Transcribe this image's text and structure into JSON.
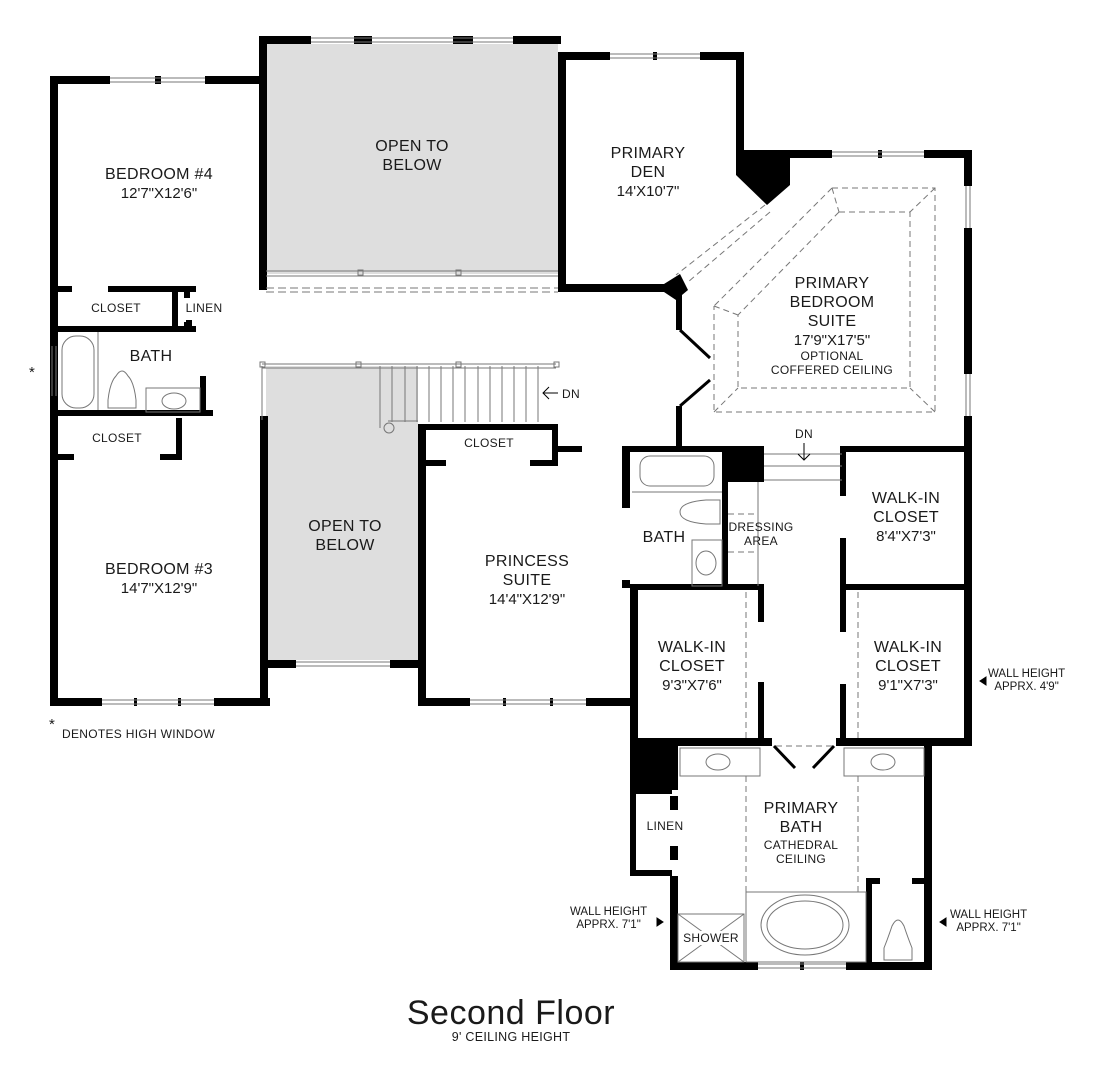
{
  "floor": {
    "title": "Second Floor",
    "subtitle": "9' CEILING HEIGHT"
  },
  "colors": {
    "wall": "#000000",
    "open_to_below": "#dedede",
    "fixture_line": "#888888",
    "background": "#ffffff"
  },
  "rooms": {
    "bedroom4": {
      "name": "BEDROOM #4",
      "dims": "12'7\"X12'6\""
    },
    "open_top": {
      "name_line1": "OPEN TO",
      "name_line2": "BELOW"
    },
    "primary_den": {
      "name_line1": "PRIMARY",
      "name_line2": "DEN",
      "dims": "14'X10'7\""
    },
    "primary_bedroom": {
      "name_line1": "PRIMARY",
      "name_line2": "BEDROOM",
      "name_line3": "SUITE",
      "dims": "17'9\"X17'5\"",
      "note_line1": "OPTIONAL",
      "note_line2": "COFFERED CEILING"
    },
    "closet_b4": {
      "name": "CLOSET"
    },
    "linen_upper": {
      "name": "LINEN"
    },
    "bath_hall": {
      "name": "BATH"
    },
    "closet_b3": {
      "name": "CLOSET"
    },
    "bedroom3": {
      "name": "BEDROOM #3",
      "dims": "14'7\"X12'9\""
    },
    "open_mid": {
      "name_line1": "OPEN TO",
      "name_line2": "BELOW"
    },
    "closet_princess": {
      "name": "CLOSET"
    },
    "princess_suite": {
      "name_line1": "PRINCESS",
      "name_line2": "SUITE",
      "dims": "14'4\"X12'9\""
    },
    "bath_princess": {
      "name": "BATH"
    },
    "dressing_area": {
      "name_line1": "DRESSING",
      "name_line2": "AREA"
    },
    "walkin_1": {
      "name_line1": "WALK-IN",
      "name_line2": "CLOSET",
      "dims": "8'4\"X7'3\""
    },
    "walkin_2": {
      "name_line1": "WALK-IN",
      "name_line2": "CLOSET",
      "dims": "9'3\"X7'6\""
    },
    "walkin_3": {
      "name_line1": "WALK-IN",
      "name_line2": "CLOSET",
      "dims": "9'1\"X7'3\""
    },
    "linen_lower": {
      "name": "LINEN"
    },
    "primary_bath": {
      "name_line1": "PRIMARY",
      "name_line2": "BATH",
      "note_line1": "CATHEDRAL",
      "note_line2": "CEILING"
    },
    "shower": {
      "name": "SHOWER"
    }
  },
  "stairs": {
    "main_dn": "DN",
    "suite_dn": "DN"
  },
  "notes": {
    "high_window_marker": "*",
    "high_window_legend_marker": "*",
    "high_window_legend": "DENOTES HIGH WINDOW",
    "wall_height_walkin": {
      "line1": "WALL HEIGHT",
      "line2": "APPRX. 4'9\""
    },
    "wall_height_shower": {
      "line1": "WALL HEIGHT",
      "line2": "APPRX. 7'1\""
    },
    "wall_height_toilet": {
      "line1": "WALL HEIGHT",
      "line2": "APPRX. 7'1\""
    }
  }
}
